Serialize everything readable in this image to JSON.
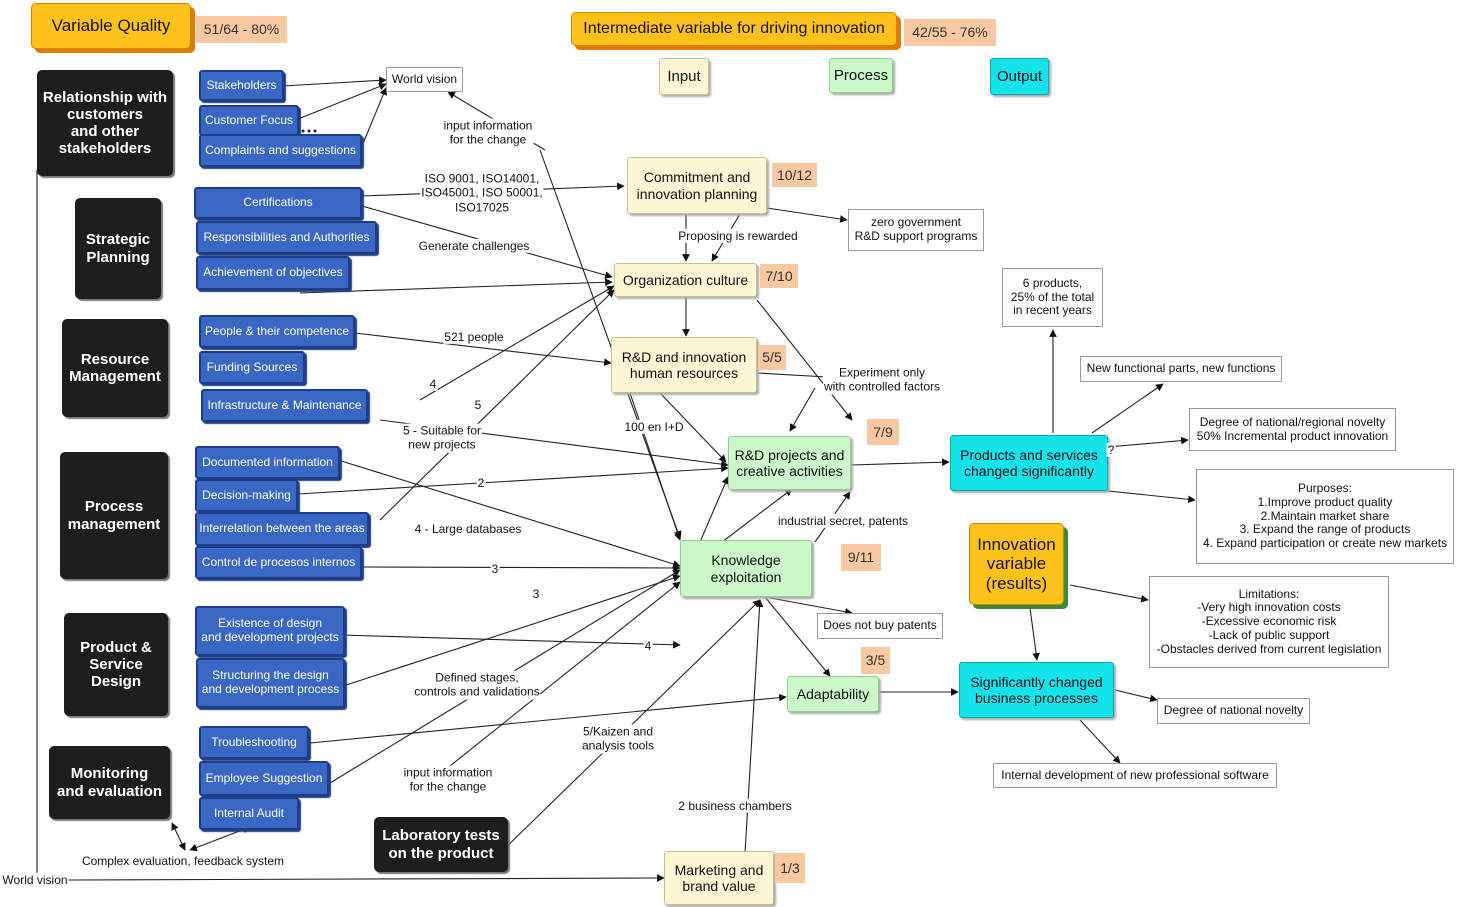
{
  "header": {
    "variable_quality": "Variable Quality",
    "variable_quality_score": "51/64 - 80%",
    "intermediate": "Intermediate variable for driving innovation",
    "intermediate_score": "42/55 - 76%"
  },
  "legend": {
    "input": "Input",
    "process": "Process",
    "output": "Output"
  },
  "categories": {
    "relationship": "Relationship with\ncustomers\nand other\nstakeholders",
    "strategic": "Strategic\nPlanning",
    "resource": "Resource\nManagement",
    "process_mgmt": "Process\nmanagement",
    "product_design": "Product &\nService\nDesign",
    "monitoring": "Monitoring\nand evaluation",
    "lab": "Laboratory tests\non the product"
  },
  "quality_items": {
    "stakeholders": "Stakeholders",
    "customer_focus": "Customer Focus",
    "complaints": "Complaints and suggestions",
    "certifications": "Certifications",
    "responsibilities": "Responsibilities and Authorities",
    "objectives": "Achievement of objectives",
    "people": "People & their competence",
    "funding": "Funding Sources",
    "infrastructure": "Infrastructure & Maintenance",
    "documented": "Documented information",
    "decision": "Decision-making",
    "interrelation": "Interrelation between the areas",
    "control": "Control de procesos internos",
    "existence": "Existence of design\nand development projects",
    "structuring": "Structuring the design\nand development process",
    "troubleshooting": "Troubleshooting",
    "employee": "Employee Suggestion",
    "audit": "Internal Audit"
  },
  "innovation_nodes": {
    "commitment": "Commitment and\ninnovation planning",
    "commitment_score": "10/12",
    "culture": "Organization culture",
    "culture_score": "7/10",
    "hr": "R&D and innovation\nhuman resources",
    "hr_score": "5/5",
    "projects": "R&D projects and\ncreative activities",
    "projects_score": "7/9",
    "knowledge": "Knowledge\nexploitation",
    "knowledge_score": "9/11",
    "adaptability": "Adaptability",
    "adaptability_score": "3/5",
    "marketing": "Marketing and\nbrand value",
    "marketing_score": "1/3"
  },
  "results": {
    "innovation_variable": "Innovation\nvariable\n(results)",
    "products_services": "Products and services\nchanged significantly",
    "business_processes": "Significantly changed\nbusiness processes"
  },
  "notes": {
    "world_vision_top": "World vision",
    "zero_gov": "zero government\nR&D support programs",
    "six_products": "6 products,\n25% of the total\nin recent years",
    "new_functional": "New functional parts, new functions",
    "degree_novelty": "Degree of national/regional novelty\n50% Incremental product innovation",
    "purposes": "Purposes:\n1.Improve product quality\n2.Maintain market share\n3. Expand the range of products\n4. Expand participation or create new markets",
    "limitations": "Limitations:\n-Very high innovation costs\n-Excessive economic risk\n-Lack of public support\n-Obstacles derived from current legislation",
    "no_patents": "Does not buy patents",
    "degree_national": "Degree of national novelty",
    "internal_dev": "Internal development of new professional software"
  },
  "labels": {
    "input_info_top": "input information\nfor the change",
    "iso": "ISO 9001, ISO14001,\nISO45001, ISO 50001,\nISO17025",
    "generate": "Generate challenges",
    "proposing": "Proposing is rewarded",
    "people_521": "521 people",
    "four_a": "4",
    "five_a": "5",
    "suitable": "5 - Suitable for\nnew projects",
    "experiment": "Experiment only\nwith controlled factors",
    "hundred": "100 en I+D",
    "two": "2",
    "large_db": "4 - Large databases",
    "industrial": "industrial secret, patents",
    "three_a": "3",
    "three_b": "3",
    "four_b": "4",
    "defined": "Defined stages,\ncontrols and validations",
    "kaizen": "5/Kaizen and\nanalysis tools",
    "input_info_bottom": "input information\nfor the change",
    "chambers": "2 business chambers",
    "complex": "Complex evaluation, feedback system",
    "world_vision_bottom": "World vision",
    "question": "?"
  }
}
